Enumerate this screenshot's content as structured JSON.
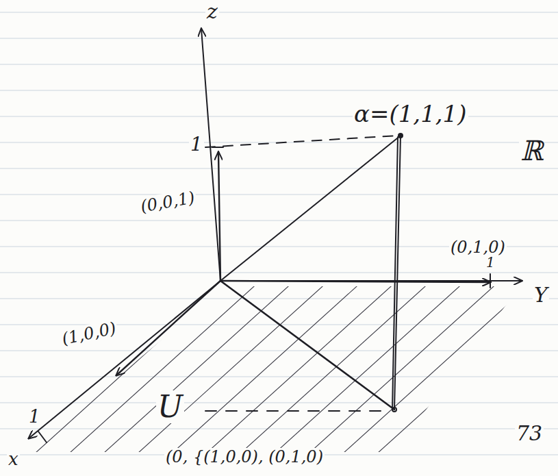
{
  "diagram": {
    "labels": [
      "z",
      "α=(1,1,1)",
      "1",
      "(0,0,1)",
      "(0,1,0)",
      "1",
      "Y",
      "(1,0,0)",
      "1",
      "x",
      "U",
      "ℝ",
      "73",
      "(0, {(1,0,0), (0,1,0)"
    ]
  }
}
